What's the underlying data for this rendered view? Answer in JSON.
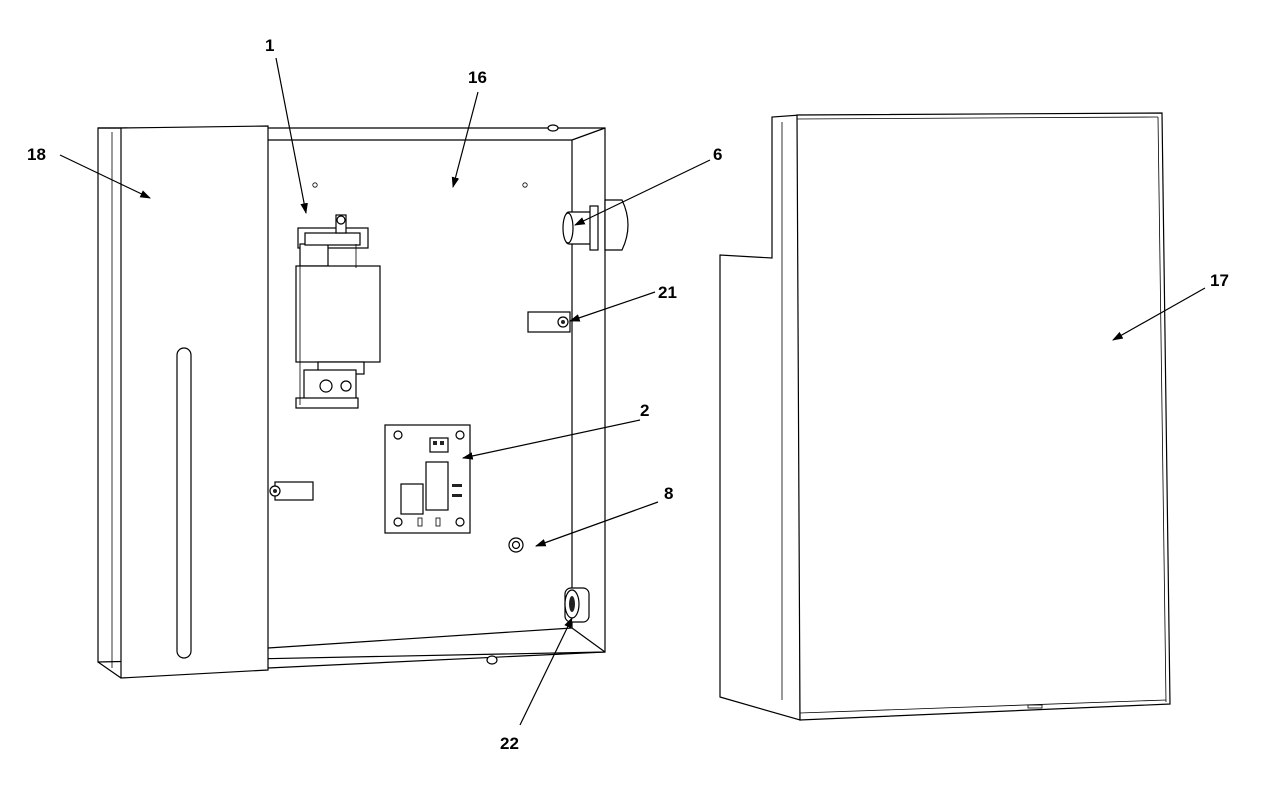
{
  "diagram": {
    "callouts": [
      {
        "id": "c1",
        "label": "1"
      },
      {
        "id": "c16",
        "label": "16"
      },
      {
        "id": "c18",
        "label": "18"
      },
      {
        "id": "c6",
        "label": "6"
      },
      {
        "id": "c21",
        "label": "21"
      },
      {
        "id": "c17",
        "label": "17"
      },
      {
        "id": "c2",
        "label": "2"
      },
      {
        "id": "c8",
        "label": "8"
      },
      {
        "id": "c22",
        "label": "22"
      }
    ]
  }
}
